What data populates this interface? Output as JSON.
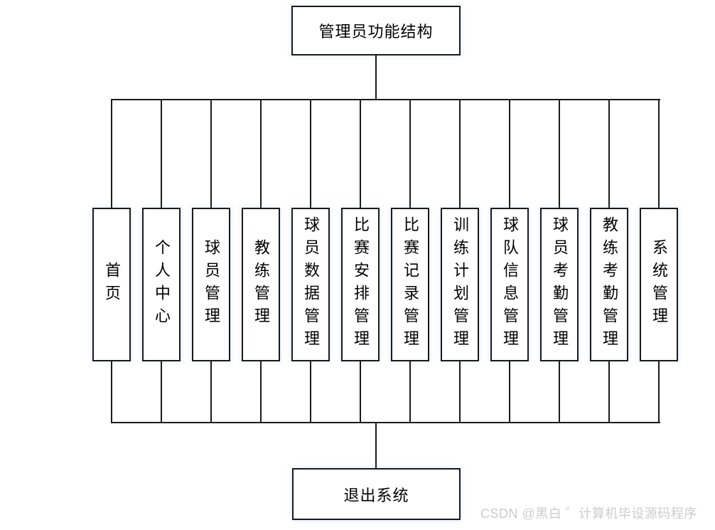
{
  "diagram": {
    "title": "管理员功能结构",
    "root": {
      "label": "管理员功能结构"
    },
    "children": [
      {
        "label": "首页"
      },
      {
        "label": "个人中心"
      },
      {
        "label": "球员管理"
      },
      {
        "label": "教练管理"
      },
      {
        "label": "球员数据管理"
      },
      {
        "label": "比赛安排管理"
      },
      {
        "label": "比赛记录管理"
      },
      {
        "label": "训练计划管理"
      },
      {
        "label": "球队信息管理"
      },
      {
        "label": "球员考勤管理"
      },
      {
        "label": "教练考勤管理"
      },
      {
        "label": "系统管理"
      }
    ],
    "footer": {
      "label": "退出系统"
    },
    "watermark": "CSDN @黑白 ゛计算机毕设源码程序",
    "colors": {
      "line": "#1a1a1a",
      "box_fill": "#ffffff",
      "box_shadow": "#82a5e6",
      "watermark_text": "#cccccc"
    }
  }
}
